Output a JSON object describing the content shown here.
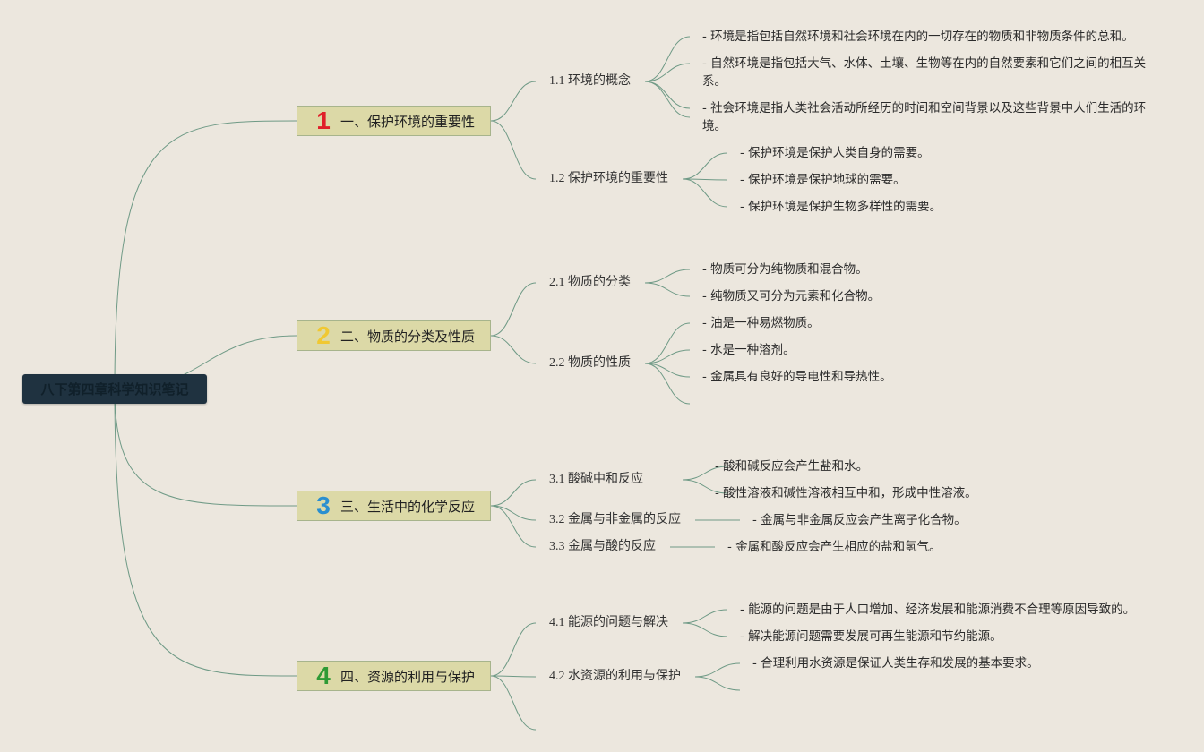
{
  "root": {
    "label": "八下第四章科学知识笔记"
  },
  "colors": {
    "background": "#ece7de",
    "root_fill": "#1f3240",
    "branch_fill": "#dcd9a7",
    "branch_border": "#a7b48c",
    "connector": "#6f9a86"
  },
  "branches": [
    {
      "number": "1",
      "number_color": "#e0202a",
      "label": "一、保护环境的重要性",
      "subs": [
        {
          "label": "1.1 环境的概念",
          "leaves": [
            "- 环境是指包括自然环境和社会环境在内的一切存在的物质和非物质条件的总和。",
            "- 自然环境是指包括大气、水体、土壤、生物等在内的自然要素和它们之间的相互关系。",
            "- 社会环境是指人类社会活动所经历的时间和空间背景以及这些背景中人们生活的环境。"
          ]
        },
        {
          "label": "1.2 保护环境的重要性",
          "leaves": [
            "- 保护环境是保护人类自身的需要。",
            "- 保护环境是保护地球的需要。",
            "- 保护环境是保护生物多样性的需要。"
          ]
        }
      ]
    },
    {
      "number": "2",
      "number_color": "#f0c832",
      "label": "二、物质的分类及性质",
      "subs": [
        {
          "label": "2.1 物质的分类",
          "leaves": [
            "- 物质可分为纯物质和混合物。",
            "- 纯物质又可分为元素和化合物。"
          ]
        },
        {
          "label": "2.2 物质的性质",
          "leaves": [
            "- 油是一种易燃物质。",
            "- 水是一种溶剂。",
            "- 金属具有良好的导电性和导热性。"
          ]
        }
      ]
    },
    {
      "number": "3",
      "number_color": "#2a8fd0",
      "label": "三、生活中的化学反应",
      "subs": [
        {
          "label": "3.1 酸碱中和反应",
          "leaves": [
            "- 酸和碱反应会产生盐和水。",
            "- 酸性溶液和碱性溶液相互中和，形成中性溶液。"
          ]
        },
        {
          "label": "3.2 金属与非金属的反应",
          "leaves": [
            "- 金属与非金属反应会产生离子化合物。"
          ]
        },
        {
          "label": "3.3 金属与酸的反应",
          "leaves": [
            "- 金属和酸反应会产生相应的盐和氢气。"
          ]
        }
      ]
    },
    {
      "number": "4",
      "number_color": "#2e9a35",
      "label": "四、资源的利用与保护",
      "subs": [
        {
          "label": "4.1 能源的问题与解决",
          "leaves": [
            "- 能源的问题是由于人口增加、经济发展和能源消费不合理等原因导致的。",
            "- 解决能源问题需要发展可再生能源和节约能源。"
          ]
        },
        {
          "label": "4.2 水资源的利用与保护",
          "leaves": [
            "- 合理利用水资源是保证人类生存和发展的基本要求。"
          ]
        }
      ]
    }
  ]
}
